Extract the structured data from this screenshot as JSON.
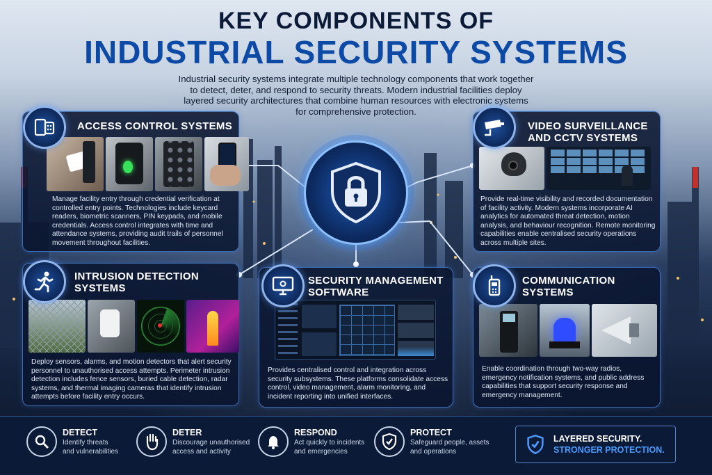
{
  "header": {
    "title_line1": "KEY COMPONENTS OF",
    "title_line2": "INDUSTRIAL SECURITY SYSTEMS",
    "intro_line1": "Industrial security systems integrate multiple technology components that work together",
    "intro_line2": "to detect, deter, and respond to security threats. Modern industrial facilities deploy",
    "intro_line3": "layered security architectures that combine human resources with electronic systems",
    "intro_line4": "for comprehensive protection."
  },
  "panels": {
    "access": {
      "title": "ACCESS CONTROL SYSTEMS",
      "icon": "access-card-icon",
      "body": "Manage facility entry through credential verification at controlled entry points. Technologies include keycard readers, biometric scanners, PIN keypads, and mobile credentials. Access control integrates with time and attendance systems, providing audit trails of personnel movement throughout facilities."
    },
    "video": {
      "title_line1": "VIDEO SURVEILLANCE",
      "title_line2": "AND CCTV SYSTEMS",
      "icon": "cctv-camera-icon",
      "body": "Provide real-time visibility and recorded documentation of facility activity. Modern systems incorporate AI analytics for automated threat detection, motion analysis, and behaviour recognition. Remote monitoring capabilities enable centralised security operations across multiple sites."
    },
    "intrusion": {
      "title_line1": "INTRUSION DETECTION",
      "title_line2": "SYSTEMS",
      "icon": "running-person-icon",
      "body": "Deploy sensors, alarms, and motion detectors that alert security personnel to unauthorised access attempts. Perimeter intrusion detection includes fence sensors, buried cable detection, radar systems, and thermal imaging cameras that identify intrusion attempts before facility entry occurs."
    },
    "management": {
      "title_line1": "SECURITY MANAGEMENT",
      "title_line2": "SOFTWARE",
      "icon": "monitor-gear-icon",
      "body": "Provides centralised control and integration across security subsystems. These platforms consolidate access control, video management, alarm monitoring, and incident reporting into unified interfaces."
    },
    "communication": {
      "title_line1": "COMMUNICATION",
      "title_line2": "SYSTEMS",
      "icon": "two-way-radio-icon",
      "body": "Enable coordination through two-way radios, emergency notification systems, and public address capabilities that support security response and emergency management."
    }
  },
  "footer": {
    "items": [
      {
        "title": "DETECT",
        "line1": "Identify threats",
        "line2": "and vulnerabilities",
        "icon": "magnifier-icon"
      },
      {
        "title": "DETER",
        "line1": "Discourage unauthorised",
        "line2": "access and activity",
        "icon": "stop-hand-icon"
      },
      {
        "title": "RESPOND",
        "line1": "Act quickly to incidents",
        "line2": "and emergencies",
        "icon": "bell-icon"
      },
      {
        "title": "PROTECT",
        "line1": "Safeguard people, assets",
        "line2": "and operations",
        "icon": "shield-check-icon"
      }
    ],
    "tagline_line1": "LAYERED SECURITY.",
    "tagline_line2": "STRONGER PROTECTION."
  },
  "colors": {
    "navy": "#0b1a36",
    "accent_blue": "#0d4aa6",
    "highlight_blue": "#4b9bff"
  }
}
